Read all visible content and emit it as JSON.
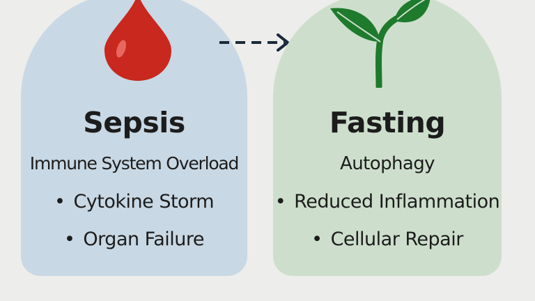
{
  "diagram": {
    "left": {
      "title": "Sepsis",
      "subtitle": "Immune System Overload",
      "bullets": [
        "Cytokine Storm",
        "Organ Failure"
      ],
      "icon": "blood-drop-icon",
      "panel_color": "#c8d8e4",
      "icon_color": "#c8281e"
    },
    "right": {
      "title": "Fasting",
      "subtitle": "Autophagy",
      "bullets": [
        "Reduced Inflammation",
        "Cellular Repair"
      ],
      "icon": "sprout-icon",
      "panel_color": "#cddfcc",
      "icon_color": "#1e7a2c"
    },
    "connector": {
      "icon": "dashed-arrow-icon",
      "color": "#1b2a3a"
    },
    "bullet_char": "•"
  }
}
